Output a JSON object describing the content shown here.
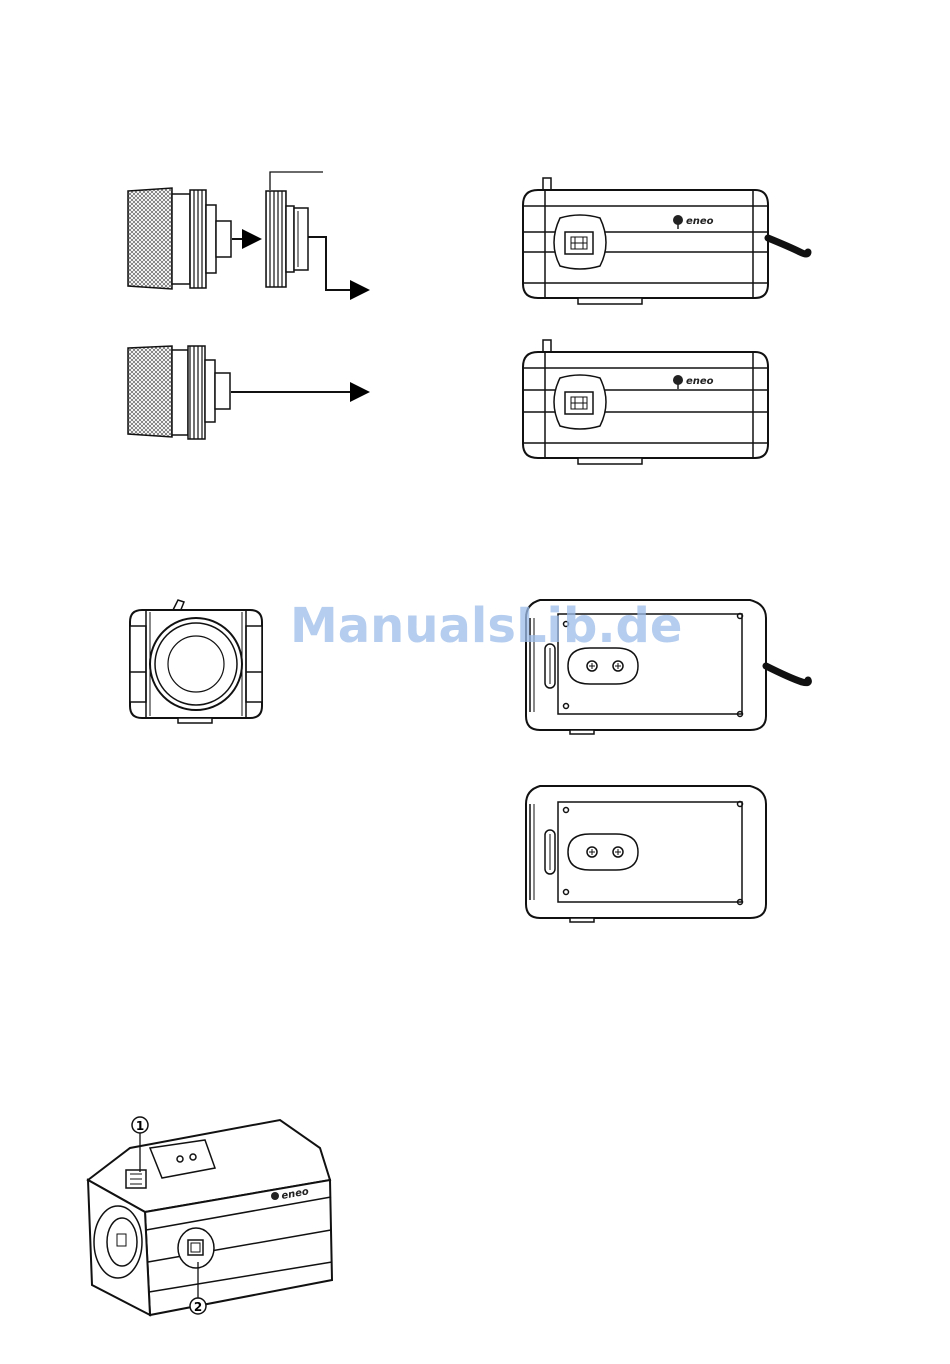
{
  "brand": {
    "logo_text": "eneo",
    "logo_color": "#222222"
  },
  "watermark": {
    "text": "ManualsLib.de",
    "color": "#9dbde9"
  },
  "callouts": [
    {
      "label": "1"
    },
    {
      "label": "2"
    }
  ],
  "icons": [
    "lens-icon",
    "arrow-right-icon",
    "camera-side-icon",
    "camera-front-icon",
    "camera-bottom-icon",
    "camera-perspective-icon"
  ]
}
